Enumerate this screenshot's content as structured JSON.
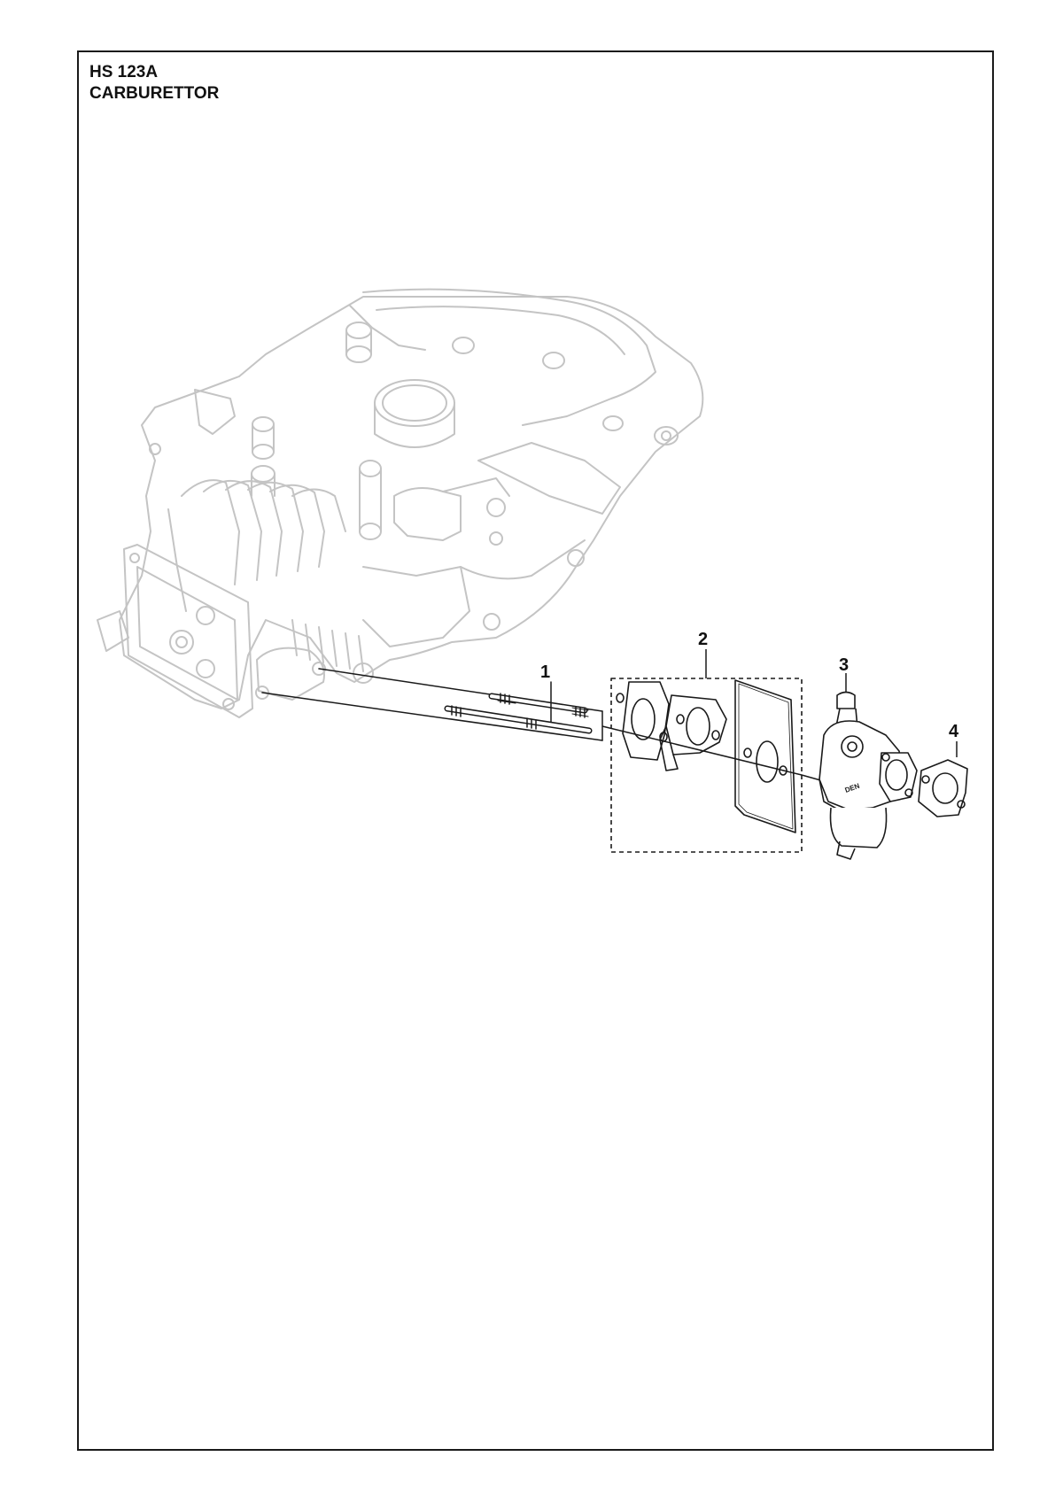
{
  "header": {
    "model": "HS 123A",
    "section": "CARBURETTOR"
  },
  "callouts": [
    {
      "id": "1",
      "label": "1"
    },
    {
      "id": "2",
      "label": "2"
    },
    {
      "id": "3",
      "label": "3"
    },
    {
      "id": "4",
      "label": "4"
    }
  ],
  "carburettor_brand_marking": "DEN",
  "colors": {
    "outline": "#1a1a1a",
    "engine_line": "#c8c8c8",
    "part_line": "#2a2a2a"
  }
}
